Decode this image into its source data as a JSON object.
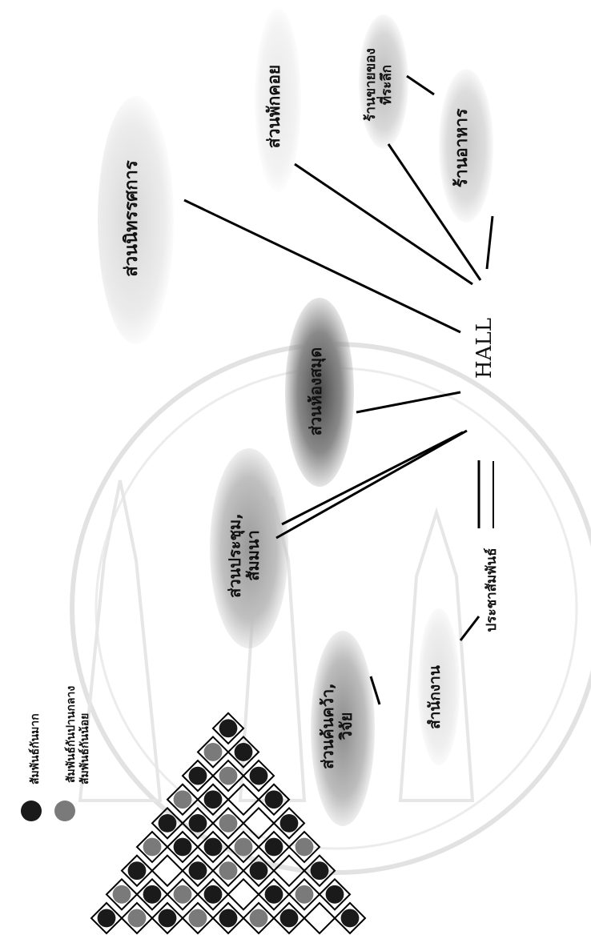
{
  "hall_label": "HALL",
  "nodes": {
    "exhibition": "ส่วนนิทรรศการ",
    "rest": "ส่วนพักคอย",
    "souvenir": "ร้านขายของ\nที่ระลึก",
    "restaurant": "ร้านอาหาร",
    "library": "ส่วนห้องสมุด",
    "meeting": "ส่วนประชุม,\nสัมมนา",
    "research": "ส่วนค้นคว้า,\nวิจัย",
    "office": "สำนักงาน",
    "pr": "ประชาสัมพันธ์"
  },
  "legend": {
    "strong": "สัมพันธ์กันมาก",
    "medium": "สัมพันธ์กันปานกลาง",
    "weak": "สัมพันธ์กันน้อย"
  },
  "colors": {
    "strong": "#1a1a1a",
    "medium": "#7a7a7a",
    "line": "#000000"
  }
}
